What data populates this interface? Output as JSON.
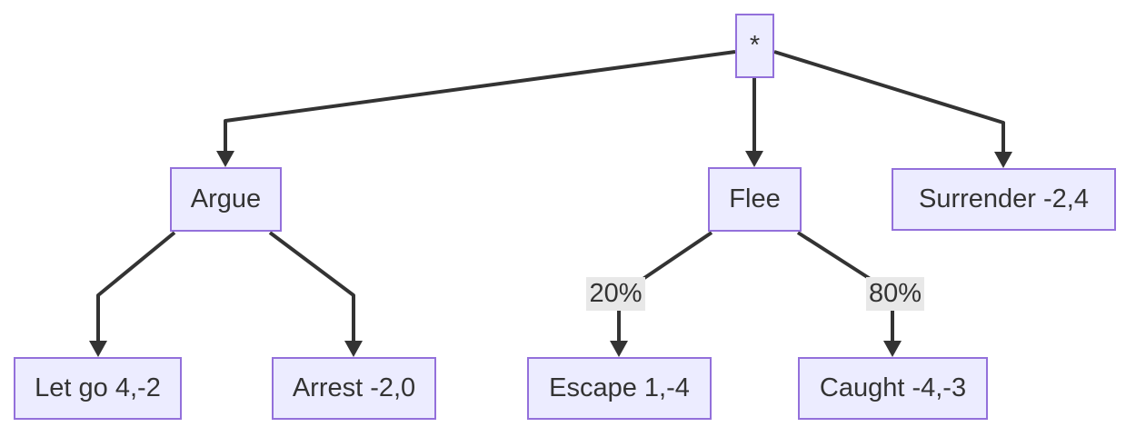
{
  "diagram": {
    "type": "tree",
    "description": "Game tree with root chance/decision node and payoff leaves",
    "nodes": [
      {
        "id": "root",
        "label": "*"
      },
      {
        "id": "argue",
        "label": "Argue"
      },
      {
        "id": "flee",
        "label": "Flee"
      },
      {
        "id": "surrender",
        "label": "Surrender -2,4"
      },
      {
        "id": "letgo",
        "label": "Let go 4,-2"
      },
      {
        "id": "arrest",
        "label": "Arrest -2,0"
      },
      {
        "id": "escape",
        "label": "Escape 1,-4"
      },
      {
        "id": "caught",
        "label": "Caught -4,-3"
      }
    ],
    "edges": [
      {
        "from": "root",
        "to": "argue",
        "label": ""
      },
      {
        "from": "root",
        "to": "flee",
        "label": ""
      },
      {
        "from": "root",
        "to": "surrender",
        "label": ""
      },
      {
        "from": "argue",
        "to": "letgo",
        "label": ""
      },
      {
        "from": "argue",
        "to": "arrest",
        "label": ""
      },
      {
        "from": "flee",
        "to": "escape",
        "label": "20%"
      },
      {
        "from": "flee",
        "to": "caught",
        "label": "80%"
      }
    ],
    "colors": {
      "node_fill": "#ECECFF",
      "node_border": "#9370DB",
      "edge": "#333333",
      "text": "#333333",
      "edge_label_bg": "#e8e8e8",
      "background": "#ffffff"
    }
  }
}
